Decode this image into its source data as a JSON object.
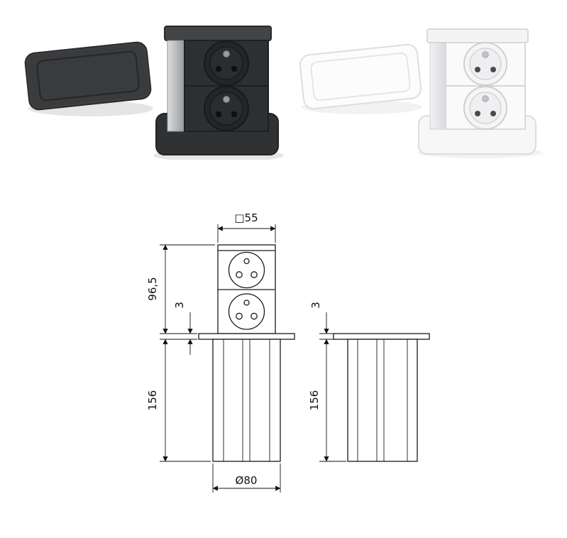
{
  "page": {
    "background": "#ffffff",
    "description_labels": {}
  },
  "products": {
    "black_variant": {
      "plate_color": "#3a3b3d",
      "body_color": "#2f3032",
      "aluminum_color": "#c6c8ca",
      "socket_hole_color": "#101112"
    },
    "white_variant": {
      "plate_color": "#fcfcfc",
      "body_color": "#fafafb",
      "aluminum_color": "#e9eaec",
      "socket_hole_color": "#4a4b4d"
    }
  },
  "drawing": {
    "extended_view": {
      "width_label": "□55",
      "socket_height_label": "96,5",
      "plate_thickness_label": "3",
      "tube_height_label": "156",
      "diameter_label": "Ø80"
    },
    "retracted_view": {
      "plate_thickness_label": "3",
      "tube_height_label": "156"
    }
  }
}
